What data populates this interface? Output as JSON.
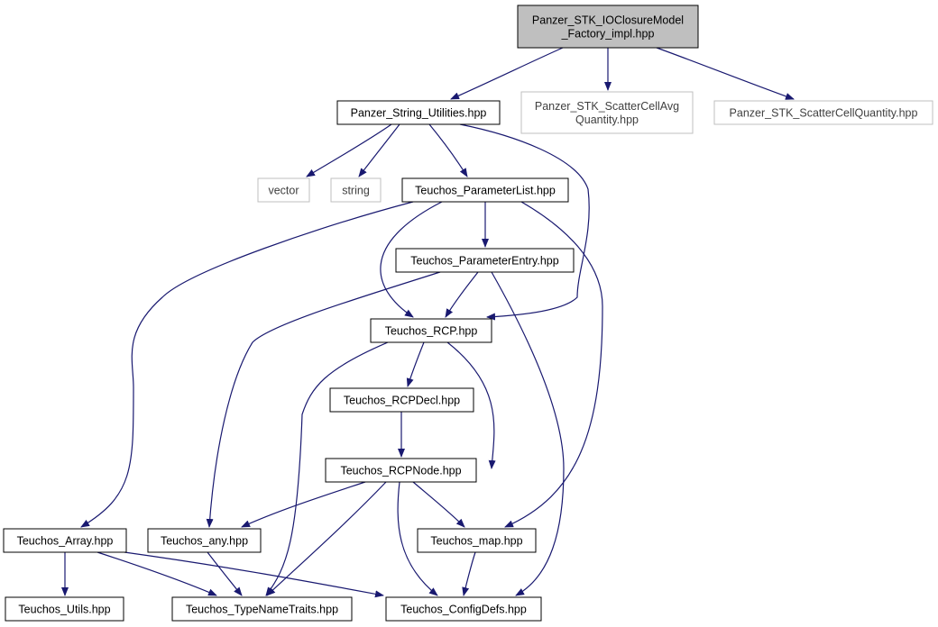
{
  "colors": {
    "edge": "#191970",
    "node_border": "#000000",
    "root_fill": "#bfbfbf",
    "external_border": "#bfbfbf",
    "external_text": "#404040",
    "text": "#000000",
    "background": "#ffffff"
  },
  "nodes": {
    "root": {
      "lines": [
        "Panzer_STK_IOClosureModel",
        "_Factory_impl.hpp"
      ],
      "kind": "root"
    },
    "string_util": {
      "lines": [
        "Panzer_String_Utilities.hpp"
      ],
      "kind": "normal"
    },
    "scatter_avg": {
      "lines": [
        "Panzer_STK_ScatterCellAvg",
        "Quantity.hpp"
      ],
      "kind": "external"
    },
    "scatter_qty": {
      "lines": [
        "Panzer_STK_ScatterCellQuantity.hpp"
      ],
      "kind": "external"
    },
    "vector": {
      "lines": [
        "vector"
      ],
      "kind": "external"
    },
    "string": {
      "lines": [
        "string"
      ],
      "kind": "external"
    },
    "paramlist": {
      "lines": [
        "Teuchos_ParameterList.hpp"
      ],
      "kind": "normal"
    },
    "paramentry": {
      "lines": [
        "Teuchos_ParameterEntry.hpp"
      ],
      "kind": "normal"
    },
    "rcp": {
      "lines": [
        "Teuchos_RCP.hpp"
      ],
      "kind": "normal"
    },
    "rcpdecl": {
      "lines": [
        "Teuchos_RCPDecl.hpp"
      ],
      "kind": "normal"
    },
    "rcpnode": {
      "lines": [
        "Teuchos_RCPNode.hpp"
      ],
      "kind": "normal"
    },
    "array": {
      "lines": [
        "Teuchos_Array.hpp"
      ],
      "kind": "normal"
    },
    "any": {
      "lines": [
        "Teuchos_any.hpp"
      ],
      "kind": "normal"
    },
    "map": {
      "lines": [
        "Teuchos_map.hpp"
      ],
      "kind": "normal"
    },
    "utils": {
      "lines": [
        "Teuchos_Utils.hpp"
      ],
      "kind": "normal"
    },
    "typename": {
      "lines": [
        "Teuchos_TypeNameTraits.hpp"
      ],
      "kind": "normal"
    },
    "configdefs": {
      "lines": [
        "Teuchos_ConfigDefs.hpp"
      ],
      "kind": "normal"
    }
  },
  "edges": [
    [
      "root",
      "string_util"
    ],
    [
      "root",
      "scatter_avg"
    ],
    [
      "root",
      "scatter_qty"
    ],
    [
      "string_util",
      "vector"
    ],
    [
      "string_util",
      "string"
    ],
    [
      "string_util",
      "paramlist"
    ],
    [
      "string_util",
      "rcp"
    ],
    [
      "paramlist",
      "array"
    ],
    [
      "paramlist",
      "paramentry"
    ],
    [
      "paramlist",
      "rcp"
    ],
    [
      "paramlist",
      "map"
    ],
    [
      "paramentry",
      "rcp"
    ],
    [
      "paramentry",
      "any"
    ],
    [
      "paramentry",
      "configdefs"
    ],
    [
      "rcp",
      "rcpdecl"
    ],
    [
      "rcp",
      "typename"
    ],
    [
      "rcp",
      "map"
    ],
    [
      "rcpdecl",
      "rcpnode"
    ],
    [
      "rcpnode",
      "any"
    ],
    [
      "rcpnode",
      "typename"
    ],
    [
      "rcpnode",
      "map"
    ],
    [
      "rcpnode",
      "configdefs"
    ],
    [
      "array",
      "utils"
    ],
    [
      "array",
      "typename"
    ],
    [
      "array",
      "configdefs"
    ],
    [
      "any",
      "typename"
    ],
    [
      "map",
      "configdefs"
    ]
  ]
}
